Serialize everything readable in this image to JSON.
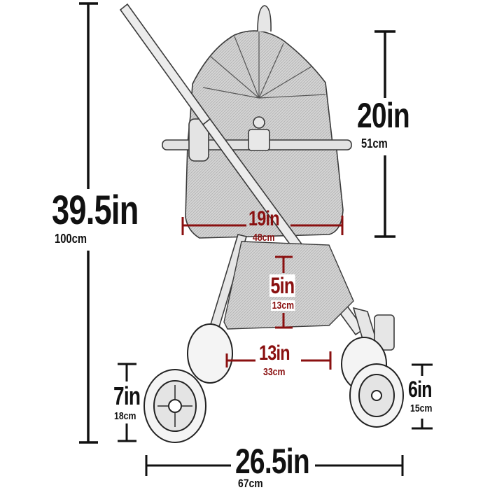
{
  "diagram": {
    "subject": "Pet stroller dimensions",
    "colors": {
      "primary_dimension": "#111111",
      "interior_dimension": "#8a1010",
      "sketch_stroke": "#3a3a3a",
      "sketch_fill": "#cfcfcf"
    },
    "dimensions": {
      "overall_height": {
        "inches": "39.5in",
        "cm": "100cm"
      },
      "carrier_height": {
        "inches": "20in",
        "cm": "51cm"
      },
      "carrier_width": {
        "inches": "19in",
        "cm": "48cm"
      },
      "basket_height": {
        "inches": "5in",
        "cm": "13cm"
      },
      "basket_width": {
        "inches": "13in",
        "cm": "33cm"
      },
      "rear_wheel_diameter": {
        "inches": "7in",
        "cm": "18cm"
      },
      "front_wheel_diameter": {
        "inches": "6in",
        "cm": "15cm"
      },
      "overall_length": {
        "inches": "26.5in",
        "cm": "67cm"
      }
    }
  }
}
